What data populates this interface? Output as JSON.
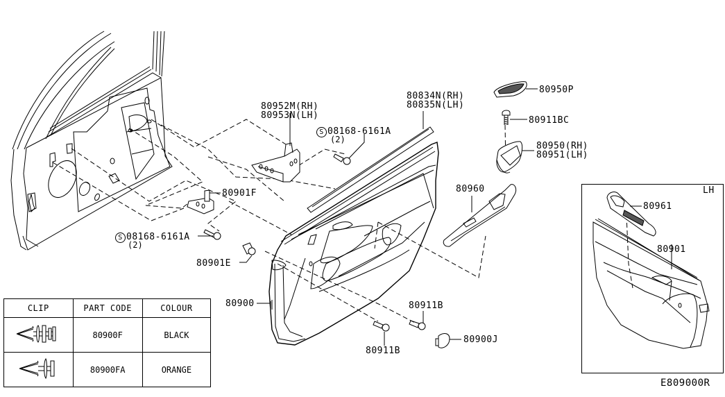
{
  "diagram": {
    "title": "Front Door Trim Parts Diagram",
    "catalog_code": "E809000R",
    "accent_color": "#000000"
  },
  "labels": {
    "bracket_rh": "80952M(RH)",
    "bracket_lh": "80953N(LH)",
    "bolt_top_code": "08168-6161A",
    "bolt_top_qty": "(2)",
    "bolt_left_code": "08168-6161A",
    "bolt_left_qty": "(2)",
    "s_symbol": "S",
    "weatherstrip_rh": "80834N(RH)",
    "weatherstrip_lh": "80835N(LH)",
    "grille": "80950P",
    "screw_bc": "80911BC",
    "pull_pocket_rh": "80950(RH)",
    "pull_pocket_lh": "80951(LH)",
    "armrest_finisher": "80960",
    "clip_f": "80901F",
    "clip_e": "80901E",
    "door_trim": "80900",
    "screw_b_upper": "80911B",
    "screw_b_lower": "80911B",
    "cap": "80900J"
  },
  "lh_inset": {
    "title": "LH",
    "switch_finisher": "80961",
    "door_trim": "80901"
  },
  "clip_table": {
    "headers": [
      "CLIP",
      "PART CODE",
      "COLOUR"
    ],
    "rows": [
      {
        "icon": "clip-three-flange-icon",
        "part_code": "80900F",
        "colour": "BLACK"
      },
      {
        "icon": "clip-two-flange-icon",
        "part_code": "80900FA",
        "colour": "ORANGE"
      }
    ]
  }
}
